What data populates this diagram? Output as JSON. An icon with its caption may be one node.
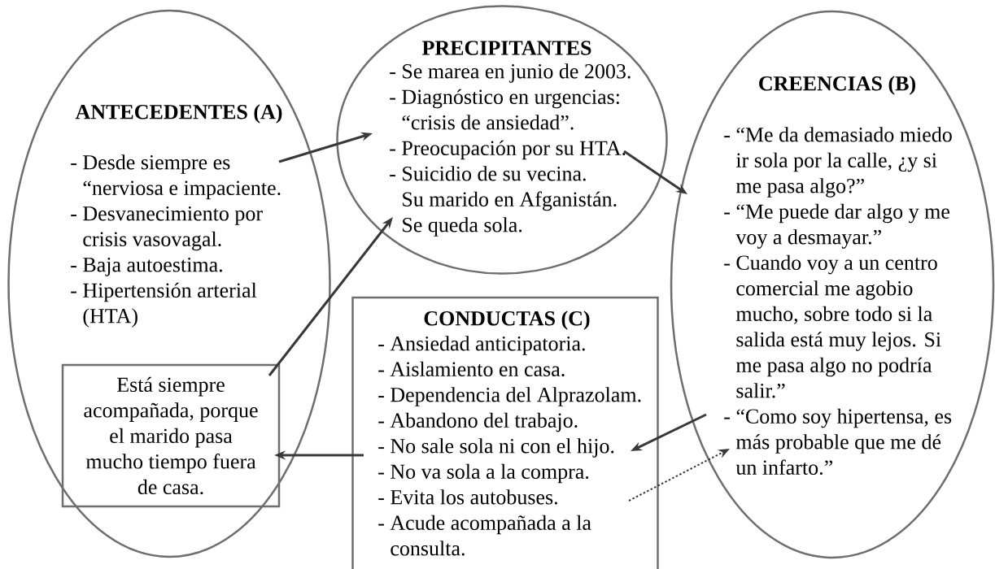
{
  "diagram": {
    "nodes": [
      {
        "text": [
          "ANTECEDENTES (A)",
          "- Desde siempre es “nerviosa e impaciente.",
          "- Desvanecimiento por crisis vasovagal.",
          "- Baja autoestima.",
          "- Hipertensión arterial (HTA)"
        ]
      },
      {
        "text": [
          "Está siempre acompañada, porque el marido pasa mucho tiempo fuera de casa."
        ],
        "in": 0
      },
      {
        "text": [
          "PRECIPITANTES",
          "- Se marea en junio de 2003.",
          "- Diagnóstico en urgencias: “crisis de ansiedad”.",
          "- Preocupación por su HTA.",
          "- Suicidio de su vecina.",
          "Su marido en Afganistán.",
          "Se queda sola."
        ]
      },
      {
        "text": [
          "CREENCIAS (B)",
          "- “Me da demasiado miedo ir sola por la calle, ¿y si me pasa algo?”",
          "- “Me puede dar algo y me voy a desmayar.”",
          "- Cuando voy a un centro comercial me agobio mucho, sobre todo si la salida está muy lejos. Si me pasa algo no podría salir.”",
          "- “Como soy hipertensa, es más probable que me dé un infarto.”"
        ]
      },
      {
        "text": [
          "CONDUCTAS (C)",
          "- Ansiedad anticipatoria.",
          "- Aislamiento en casa.",
          "- Dependencia del Alprazolam.",
          "- Abandono del trabajo.",
          "- No sale sola ni con el hijo.",
          "- No va sola a la compra.",
          "- Evita los autobuses.",
          "- Acude acompañada a la consulta."
        ]
      }
    ],
    "edges": [
      {
        "from": 0,
        "to": 2,
        "arrow": "to"
      },
      {
        "from": 1,
        "to": 2,
        "arrow": "to"
      },
      {
        "from": 2,
        "to": 3,
        "arrow": "to"
      },
      {
        "from": 3,
        "to": 4,
        "arrow": "to"
      },
      {
        "from": 4,
        "to": 1,
        "arrow": "to"
      },
      {
        "from": 4,
        "to": 3,
        "arrow": "to",
        "style": "dashed"
      }
    ]
  }
}
